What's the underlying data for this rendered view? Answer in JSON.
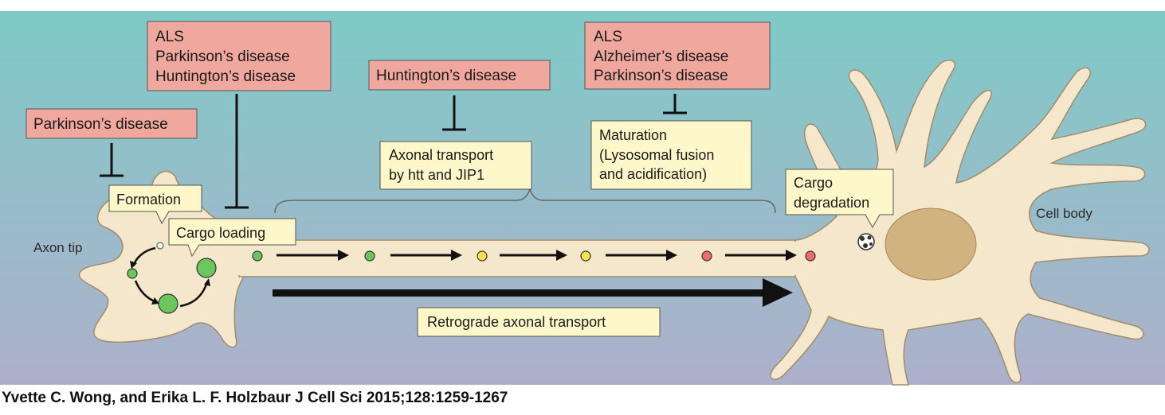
{
  "colors": {
    "bg_top": "#7ecac7",
    "bg_bottom": "#aeb0cb",
    "cell_fill": "#f4e7cc",
    "cell_stroke": "#a08c6a",
    "nucleus": "#d1b37f",
    "disease_box": "#f0a79e",
    "label_box": "#fdf7c9",
    "vesicle_green": "#6bc75b",
    "vesicle_yellow": "#f7e04a",
    "vesicle_red": "#ef6b6b"
  },
  "diseases": {
    "formation": "Parkinson’s disease",
    "cargo_loading": [
      "ALS",
      "Parkinson’s disease",
      "Huntington’s disease"
    ],
    "transport": "Huntington’s disease",
    "maturation": [
      "ALS",
      "Alzheimer’s disease",
      "Parkinson’s disease"
    ]
  },
  "labels": {
    "formation": "Formation",
    "cargo_loading": "Cargo loading",
    "axonal_transport": [
      "Axonal transport",
      "by htt and JIP1"
    ],
    "maturation": [
      "Maturation",
      "(Lysosomal fusion",
      "and acidification)"
    ],
    "cargo_degradation": [
      "Cargo",
      "degradation"
    ],
    "retrograde": "Retrograde axonal transport",
    "axon_tip": "Axon tip",
    "cell_body": "Cell body"
  },
  "citation": "Yvette C. Wong, and Erika L. F. Holzbaur J Cell Sci 2015;128:1259-1267"
}
